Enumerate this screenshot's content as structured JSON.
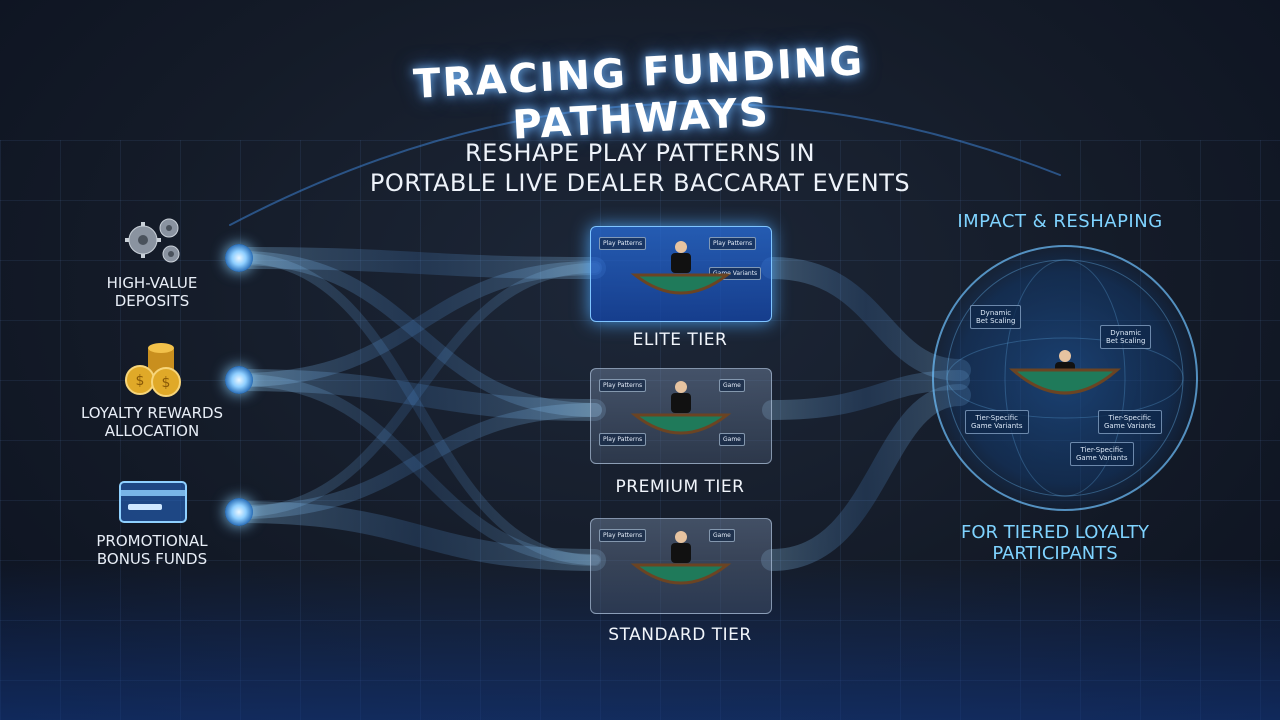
{
  "header": {
    "title": "TRACING FUNDING PATHWAYS",
    "subtitle_line1": "RESHAPE PLAY PATTERNS IN",
    "subtitle_line2": "PORTABLE LIVE DEALER BACCARAT EVENTS"
  },
  "sources": [
    {
      "line1": "HIGH-VALUE",
      "line2": "DEPOSITS",
      "icon": "gears-icon"
    },
    {
      "line1": "LOYALTY REWARDS",
      "line2": "ALLOCATION",
      "icon": "coins-icon"
    },
    {
      "line1": "PROMOTIONAL",
      "line2": "BONUS FUNDS",
      "icon": "card-icon"
    }
  ],
  "tiers": [
    {
      "label": "ELITE TIER",
      "tags": [
        "Play Patterns",
        "Play Patterns",
        "Game Variants"
      ]
    },
    {
      "label": "PREMIUM TIER",
      "tags": [
        "Play Patterns",
        "Game",
        "Play Patterns",
        "Game"
      ]
    },
    {
      "label": "STANDARD TIER",
      "tags": [
        "Play Patterns",
        "Game"
      ]
    }
  ],
  "impact": {
    "title": "IMPACT & RESHAPING",
    "footer_line1": "FOR TIERED LOYALTY",
    "footer_line2": "PARTICIPANTS",
    "tags": [
      {
        "line1": "Dynamic",
        "line2": "Bet Scaling"
      },
      {
        "line1": "Dynamic",
        "line2": "Bet Scaling"
      },
      {
        "line1": "Tier-Specific",
        "line2": "Game Variants"
      },
      {
        "line1": "Tier-Specific",
        "line2": "Game Variants"
      },
      {
        "line1": "Tier-Specific",
        "line2": "Game Variants"
      }
    ]
  },
  "colors": {
    "accent": "#7fd3ff",
    "elite": "#2a7fe0",
    "felt": "#1f7a5a",
    "gold": "#e0a928"
  }
}
